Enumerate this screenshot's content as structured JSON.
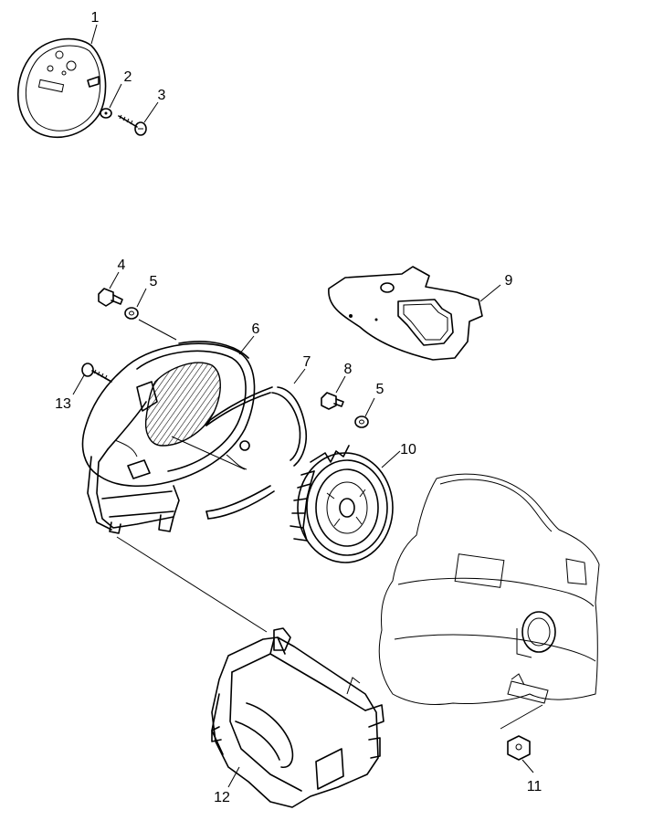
{
  "diagram": {
    "callouts": [
      "1",
      "2",
      "3",
      "4",
      "5",
      "6",
      "7",
      "8",
      "5",
      "10",
      "11",
      "12",
      "13",
      "9"
    ],
    "line_color": "#000000",
    "background": "#ffffff"
  }
}
